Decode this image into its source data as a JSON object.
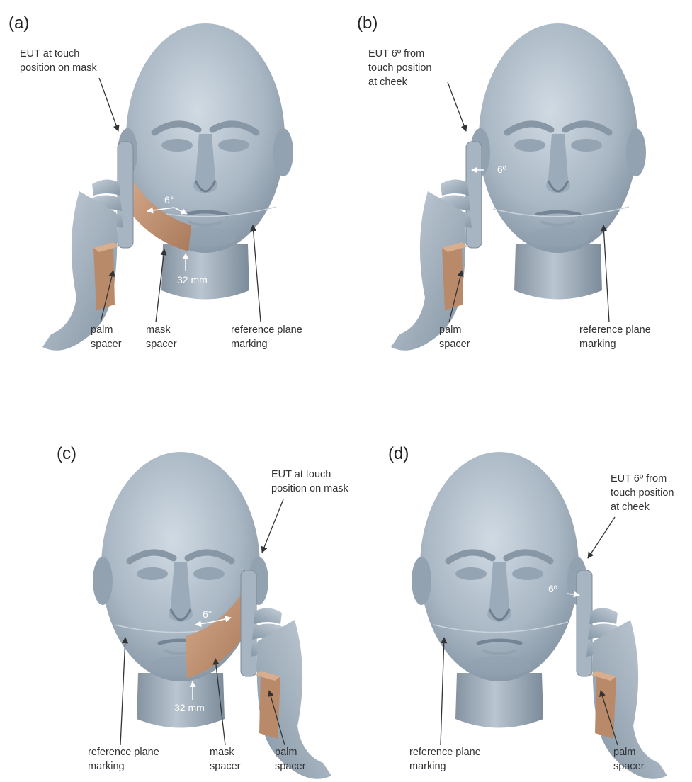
{
  "colors": {
    "skin": "#a9b7c4",
    "skin_dark": "#7d8d9c",
    "skin_light": "#cfd9e2",
    "spacer": "#c99877",
    "spacer_dark": "#9e6f52",
    "line": "#333333",
    "background": "#ffffff"
  },
  "panels": {
    "a": {
      "label": "(a)",
      "eut_line1": "EUT at touch",
      "eut_line2": "position on mask",
      "angle": "6°",
      "distance": "32 mm",
      "palm_line1": "palm",
      "palm_line2": "spacer",
      "mask_line1": "mask",
      "mask_line2": "spacer",
      "ref_line1": "reference plane",
      "ref_line2": "marking"
    },
    "b": {
      "label": "(b)",
      "eut_line1": "EUT 6º from",
      "eut_line2": "touch position",
      "eut_line3": "at cheek",
      "angle": "6º",
      "palm_line1": "palm",
      "palm_line2": "spacer",
      "ref_line1": "reference plane",
      "ref_line2": "marking"
    },
    "c": {
      "label": "(c)",
      "eut_line1": "EUT at touch",
      "eut_line2": "position on mask",
      "angle": "6°",
      "distance": "32 mm",
      "ref_line1": "reference plane",
      "ref_line2": "marking",
      "mask_line1": "mask",
      "mask_line2": "spacer",
      "palm_line1": "palm",
      "palm_line2": "spacer"
    },
    "d": {
      "label": "(d)",
      "eut_line1": "EUT 6º from",
      "eut_line2": "touch position",
      "eut_line3": "at cheek",
      "angle": "6º",
      "ref_line1": "reference plane",
      "ref_line2": "marking",
      "palm_line1": "palm",
      "palm_line2": "spacer"
    }
  }
}
